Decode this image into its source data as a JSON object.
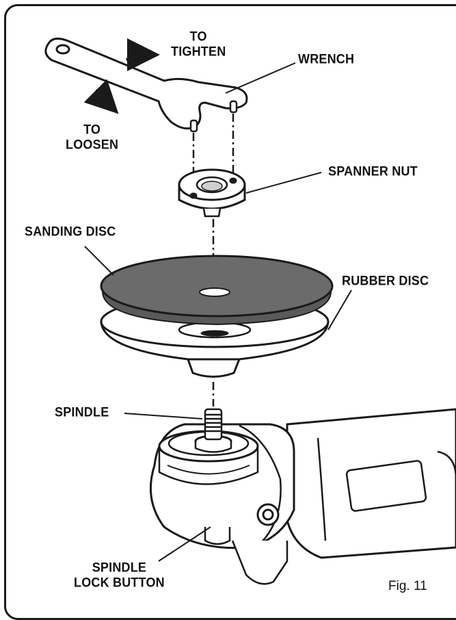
{
  "labels": {
    "to_tighten_1": "TO",
    "to_tighten_2": "TIGHTEN",
    "to_loosen_1": "TO",
    "to_loosen_2": "LOOSEN",
    "wrench": "WRENCH",
    "spanner_nut": "SPANNER NUT",
    "sanding_disc": "SANDING DISC",
    "rubber_disc": "RUBBER DISC",
    "spindle": "SPINDLE",
    "spindle_lock_1": "SPINDLE",
    "spindle_lock_2": "LOCK BUTTON"
  },
  "figure_label": "Fig. 11",
  "colors": {
    "line": "#1a1a1a",
    "sanding_disc_fill": "#6b6b6b",
    "part_fill": "#ffffff",
    "shadow": "#d9d9d9"
  }
}
